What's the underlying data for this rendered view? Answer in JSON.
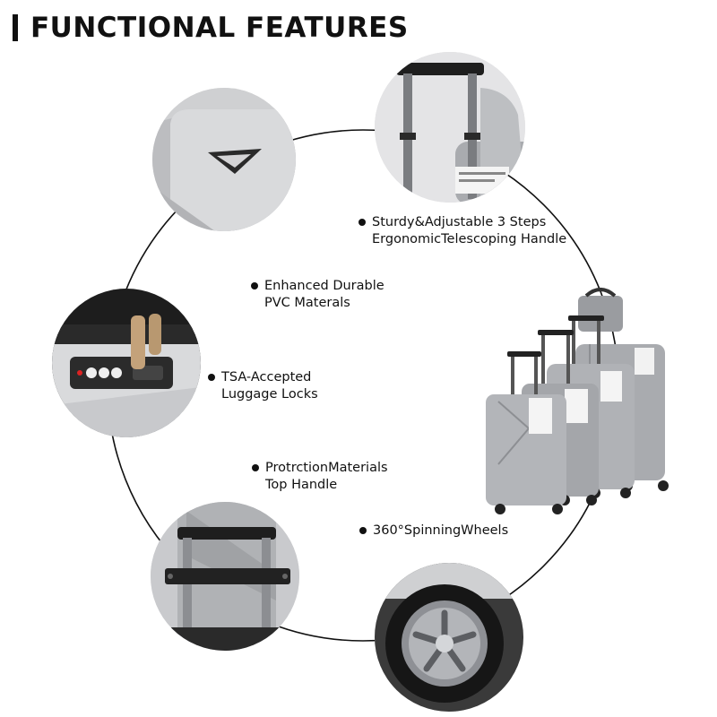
{
  "header": {
    "title": "FUNCTIONAL FEATURES"
  },
  "features": [
    {
      "line1": "Sturdy&Adjustable 3 Steps",
      "line2": "ErgonomicTelescoping Handle"
    },
    {
      "line1": "Enhanced Durable",
      "line2": "PVC Materals"
    },
    {
      "line1": "TSA-Accepted",
      "line2": "Luggage Locks"
    },
    {
      "line1": "ProtrctionMaterials",
      "line2": "Top Handle"
    },
    {
      "line1": "360°SpinningWheels"
    }
  ],
  "colors": {
    "shell": "#a9abaf",
    "shell_dark": "#7d8085",
    "text": "#111111",
    "line": "#111111"
  },
  "icons": [
    "bullet-dot"
  ]
}
